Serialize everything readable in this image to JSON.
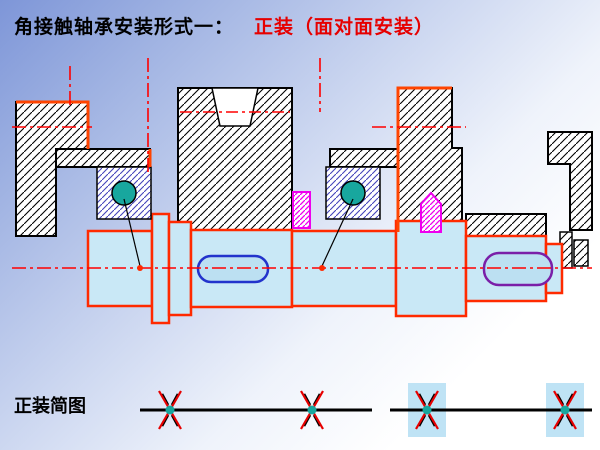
{
  "title": {
    "prefix": "角接触轴承安装形式一：",
    "highlight": "正装（面对面安装）"
  },
  "schematic": {
    "label": "正装简图"
  },
  "colors": {
    "background_top_left": "#7E96D8",
    "background_bottom_right": "#FFFFFF",
    "title_text": "#000000",
    "title_highlight_red": "#E60000",
    "drawing_outline_red": "#FF2A00",
    "orange_accent": "#FF4400",
    "centerline_red": "#FF0000",
    "shaft_fill_blue": "#C9E8F6",
    "keyway_fill_blue": "#BCE0F2",
    "bearing_ball_teal": "#18A79E",
    "seal_magenta": "#EE00EE",
    "keyway_outline_blue": "#2233CC",
    "keyway_outline_purple": "#7A1FA8",
    "schematic_block_blue": "#BFE3F5",
    "hatch_line_black": "#000000",
    "bearing_hatch_blue": "#4444BB"
  }
}
